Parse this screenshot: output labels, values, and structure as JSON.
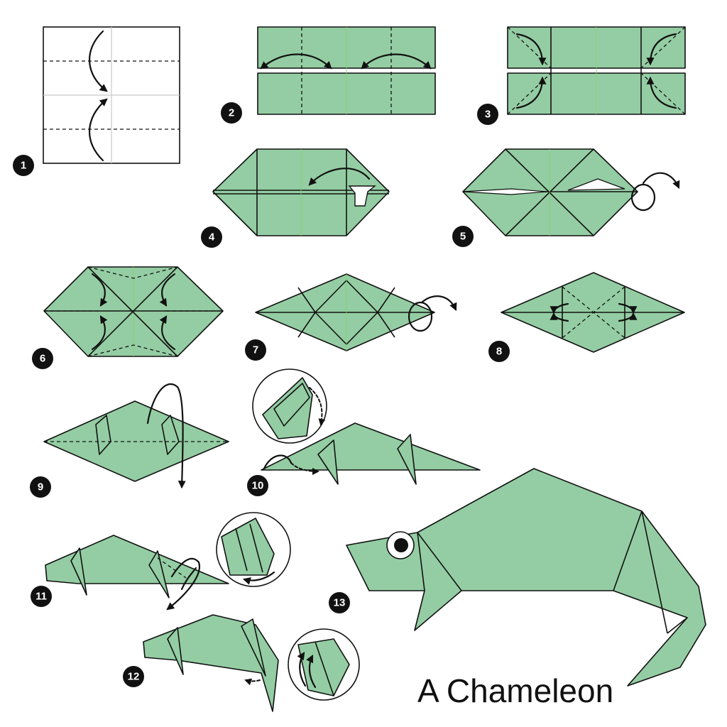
{
  "title": "A Chameleon",
  "steps": [
    {
      "label": "1"
    },
    {
      "label": "2"
    },
    {
      "label": "3"
    },
    {
      "label": "4"
    },
    {
      "label": "5"
    },
    {
      "label": "6"
    },
    {
      "label": "7"
    },
    {
      "label": "8"
    },
    {
      "label": "9"
    },
    {
      "label": "10"
    },
    {
      "label": "11"
    },
    {
      "label": "12"
    },
    {
      "label": "13"
    }
  ],
  "colors": {
    "paper": "#94cda3",
    "outline": "#111111",
    "background": "#ffffff"
  }
}
